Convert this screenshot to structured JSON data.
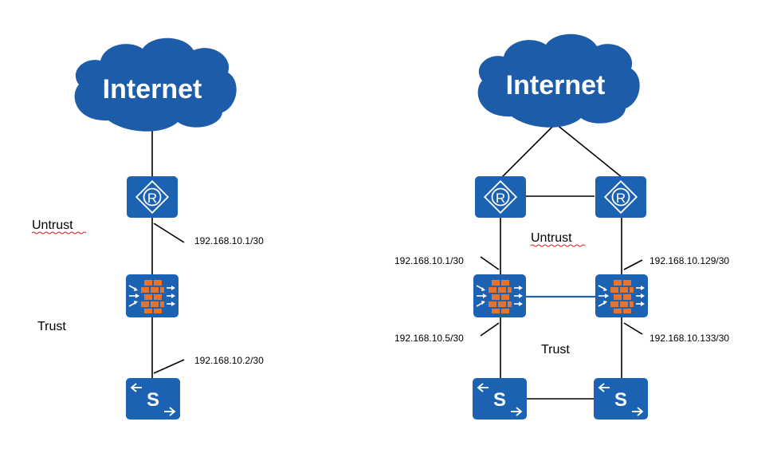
{
  "colors": {
    "device_blue": "#1b62b3",
    "cloud_blue": "#1d5ca8",
    "firewall_orange": "#e8732c",
    "link_blue": "#2163ad"
  },
  "left": {
    "cloud_label": "Internet",
    "router_glyph": "R",
    "switch_glyph": "S",
    "zone_untrust": "Untrust",
    "zone_trust": "Trust",
    "ip_router_fw": "192.168.10.1/30",
    "ip_fw_switch": "192.168.10.2/30"
  },
  "right": {
    "cloud_label": "Internet",
    "router_glyph": "R",
    "switch_glyph": "S",
    "zone_untrust": "Untrust",
    "zone_trust": "Trust",
    "ip_left_up": "192.168.10.1/30",
    "ip_left_down": "192.168.10.5/30",
    "ip_right_up": "192.168.10.129/30",
    "ip_right_down": "192.168.10.133/30"
  },
  "icons": [
    "cloud-icon",
    "router-icon",
    "firewall-icon",
    "switch-icon"
  ]
}
